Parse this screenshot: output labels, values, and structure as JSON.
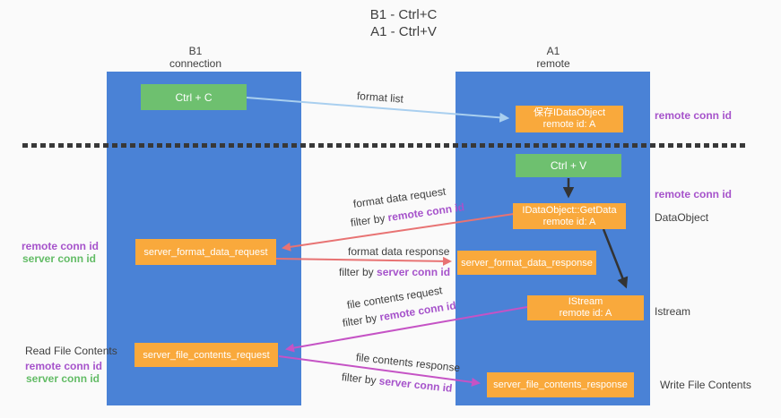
{
  "title": {
    "line1": "B1 - Ctrl+C",
    "line2": "A1 - Ctrl+V"
  },
  "lifelines": {
    "left": {
      "name": "B1",
      "role": "connection"
    },
    "right": {
      "name": "A1",
      "role": "remote"
    }
  },
  "boxes": {
    "ctrl_c": "Ctrl + C",
    "ctrl_v": "Ctrl + V",
    "save_idataobject": {
      "line1": "保存IDataObject",
      "line2": "remote id: A"
    },
    "getdata": {
      "line1": "IDataObject::GetData",
      "line2": "remote id: A"
    },
    "istream": {
      "line1": "IStream",
      "line2": "remote id: A"
    },
    "server_format_data_request": "server_format_data_request",
    "server_format_data_response": "server_format_data_response",
    "server_file_contents_request": "server_file_contents_request",
    "server_file_contents_response": "server_file_contents_response"
  },
  "arrow_labels": {
    "format_list": "format list",
    "format_data_request": "format data request",
    "format_data_response": "format data response",
    "file_contents_request": "file contents request",
    "file_contents_response": "file contents response",
    "filter_by": "filter by "
  },
  "side_labels": {
    "remote_conn_id": "remote conn id",
    "server_conn_id": "server conn id",
    "dataobject": "DataObject",
    "istream": "Istream",
    "read_file_contents": "Read File Contents",
    "write_file_contents": "Write File Contents"
  },
  "colors": {
    "lifeline_blue": "#4a82d6",
    "box_green": "#6ec06f",
    "box_orange": "#f9a93c",
    "arrow_red": "#e87373",
    "arrow_magenta": "#c553c5",
    "arrow_lightblue": "#a9cfef",
    "arrow_black": "#333333",
    "text_purple": "#a653cb",
    "text_green": "#63bc66",
    "text_dark": "#3f3f3f",
    "background": "#fafafa"
  }
}
